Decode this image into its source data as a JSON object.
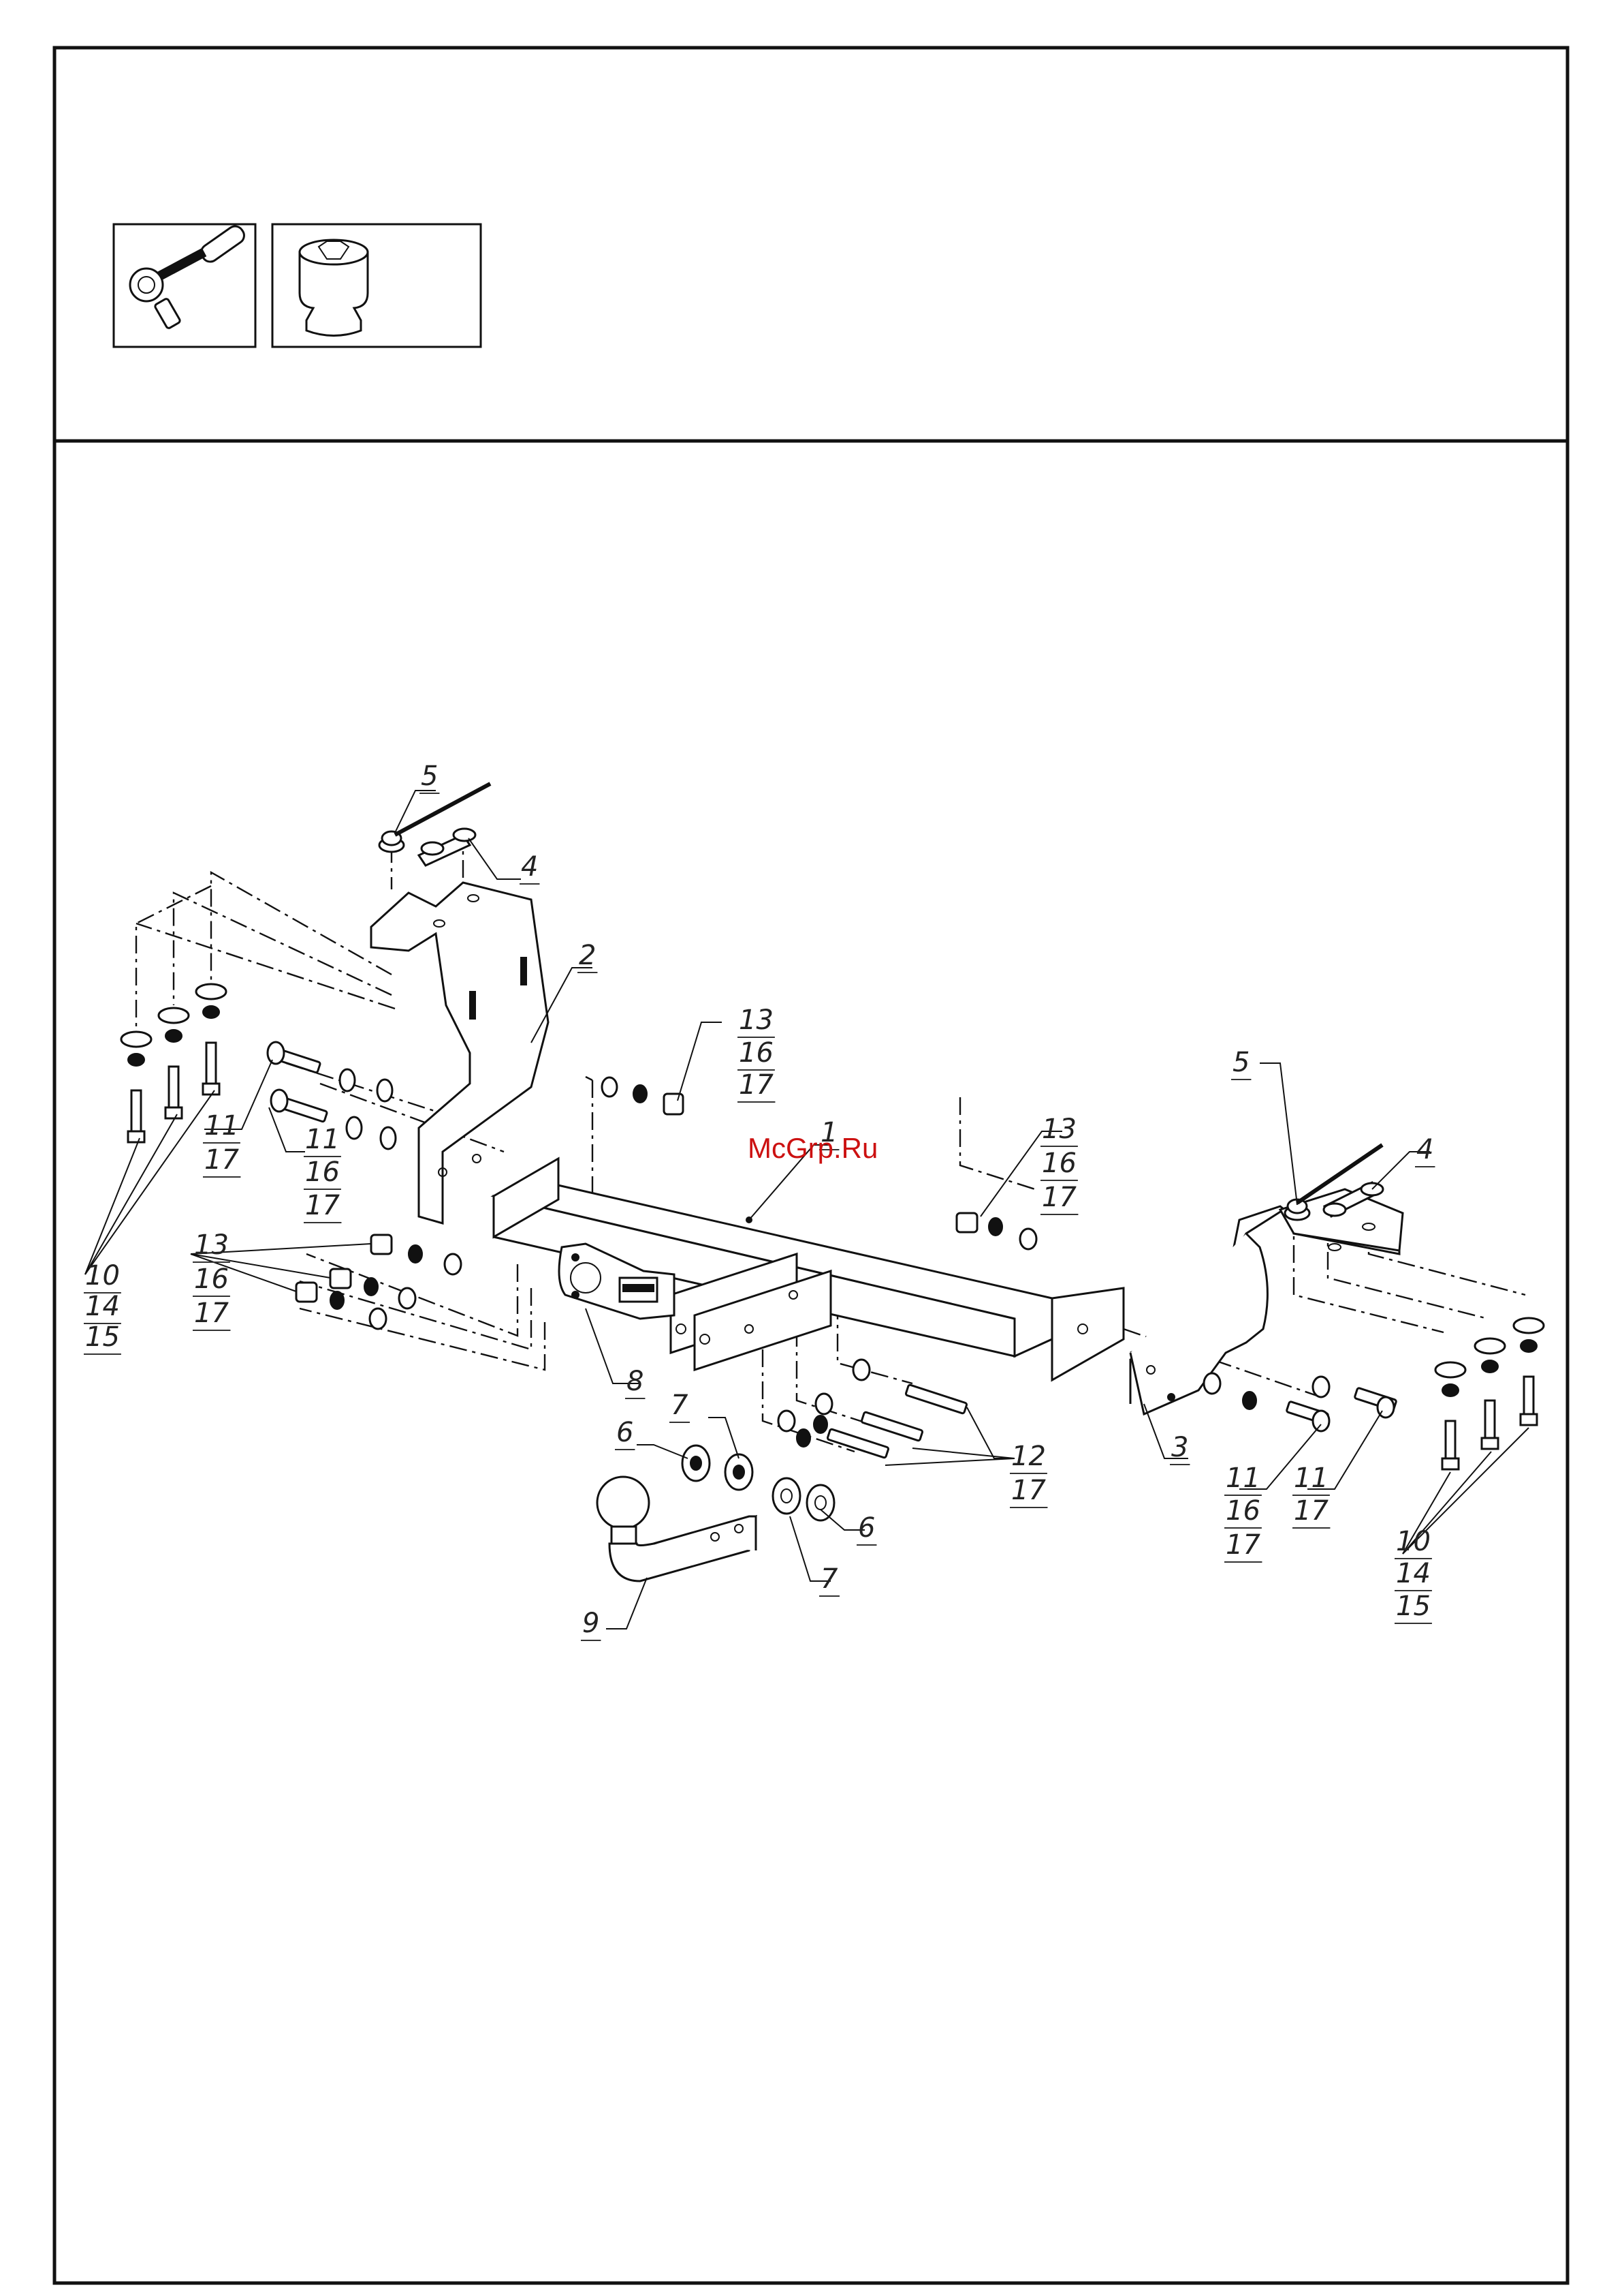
{
  "watermark": "McGrp.Ru",
  "tools": [
    {
      "icon": "ratchet-wrench-icon"
    },
    {
      "icon": "hex-socket-icon"
    }
  ],
  "callouts": {
    "c5_left": "5",
    "c4_left": "4",
    "c2": "2",
    "c10_left": [
      "10",
      "14",
      "15"
    ],
    "c11_a": [
      "11",
      "17"
    ],
    "c11_b": [
      "11",
      "16",
      "17"
    ],
    "c13_mid": [
      "13",
      "16",
      "17"
    ],
    "c13_left": [
      "13",
      "16",
      "17"
    ],
    "c1": "1",
    "c13_right": [
      "13",
      "16",
      "17"
    ],
    "c5_right": "5",
    "c4_right": "4",
    "c3": "3",
    "c8": "8",
    "c6_a": "6",
    "c7_a": "7",
    "c12": [
      "12",
      "17"
    ],
    "c6_b": "6",
    "c7_b": "7",
    "c9": "9",
    "c11_c": [
      "11",
      "16",
      "17"
    ],
    "c11_d": [
      "11",
      "17"
    ],
    "c10_right": [
      "10",
      "14",
      "15"
    ]
  }
}
